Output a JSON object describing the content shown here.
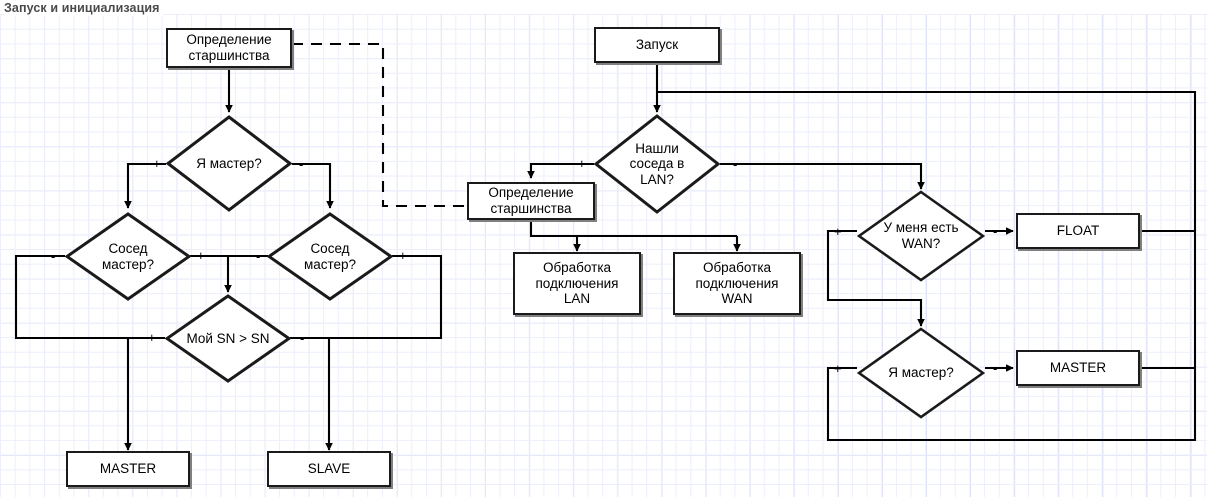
{
  "diagram": {
    "title": "Запуск и инициализация",
    "colors": {
      "stroke": "#1a1a1a",
      "shadow": "#808080",
      "grid_minor": "#eceefb",
      "grid_major": "#d7dcf7",
      "title_text": "#4a4a4a",
      "node_fill": "#ffffff",
      "background": "#ffffff"
    },
    "nodes": [
      {
        "id": "n-prio-left",
        "type": "process",
        "label": "Определение\nстаршинства"
      },
      {
        "id": "n-am-i-master",
        "type": "decision",
        "label": "Я мастер?"
      },
      {
        "id": "n-neighbor-l",
        "type": "decision",
        "label": "Сосед\nмастер?"
      },
      {
        "id": "n-neighbor-r",
        "type": "decision",
        "label": "Сосед\nмастер?"
      },
      {
        "id": "n-my-sn",
        "type": "decision",
        "label": "Мой SN > SN"
      },
      {
        "id": "n-master-left",
        "type": "process",
        "label": "MASTER"
      },
      {
        "id": "n-slave-left",
        "type": "process",
        "label": "SLAVE"
      },
      {
        "id": "n-start",
        "type": "process",
        "label": "Запуск"
      },
      {
        "id": "n-found-lan",
        "type": "decision",
        "label": "Нашли\nсоседа в\nLAN?"
      },
      {
        "id": "n-prio-mid",
        "type": "process",
        "label": "Определение\nстаршинства"
      },
      {
        "id": "n-handle-lan",
        "type": "process",
        "label": "Обработка\nподключения\nLAN"
      },
      {
        "id": "n-handle-wan",
        "type": "process",
        "label": "Обработка\nподключения\nWAN"
      },
      {
        "id": "n-have-wan",
        "type": "decision",
        "label": "У меня есть\nWAN?"
      },
      {
        "id": "n-float",
        "type": "process",
        "label": "FLOAT"
      },
      {
        "id": "n-am-i-master-r",
        "type": "decision",
        "label": "Я мастер?"
      },
      {
        "id": "n-master-right",
        "type": "process",
        "label": "MASTER"
      }
    ],
    "edge_labels": {
      "plus": "+",
      "minus": "-"
    },
    "branches": [
      {
        "from": "n-am-i-master",
        "sign": "+",
        "to": "n-neighbor-l"
      },
      {
        "from": "n-am-i-master",
        "sign": "-",
        "to": "n-neighbor-r"
      },
      {
        "from": "n-neighbor-l",
        "sign": "-",
        "to": "n-master-left"
      },
      {
        "from": "n-neighbor-l",
        "sign": "+",
        "to": "n-my-sn"
      },
      {
        "from": "n-neighbor-r",
        "sign": "-",
        "to": "n-my-sn"
      },
      {
        "from": "n-neighbor-r",
        "sign": "+",
        "to": "n-slave-left"
      },
      {
        "from": "n-my-sn",
        "sign": "+",
        "to": "n-master-left"
      },
      {
        "from": "n-my-sn",
        "sign": "-",
        "to": "n-slave-left"
      },
      {
        "from": "n-found-lan",
        "sign": "+",
        "to": "n-prio-mid"
      },
      {
        "from": "n-found-lan",
        "sign": "-",
        "to": "n-have-wan"
      },
      {
        "from": "n-have-wan",
        "sign": "-",
        "to": "n-float"
      },
      {
        "from": "n-have-wan",
        "sign": "+",
        "to": "n-am-i-master-r"
      },
      {
        "from": "n-am-i-master-r",
        "sign": "-",
        "to": "n-master-right"
      }
    ]
  }
}
